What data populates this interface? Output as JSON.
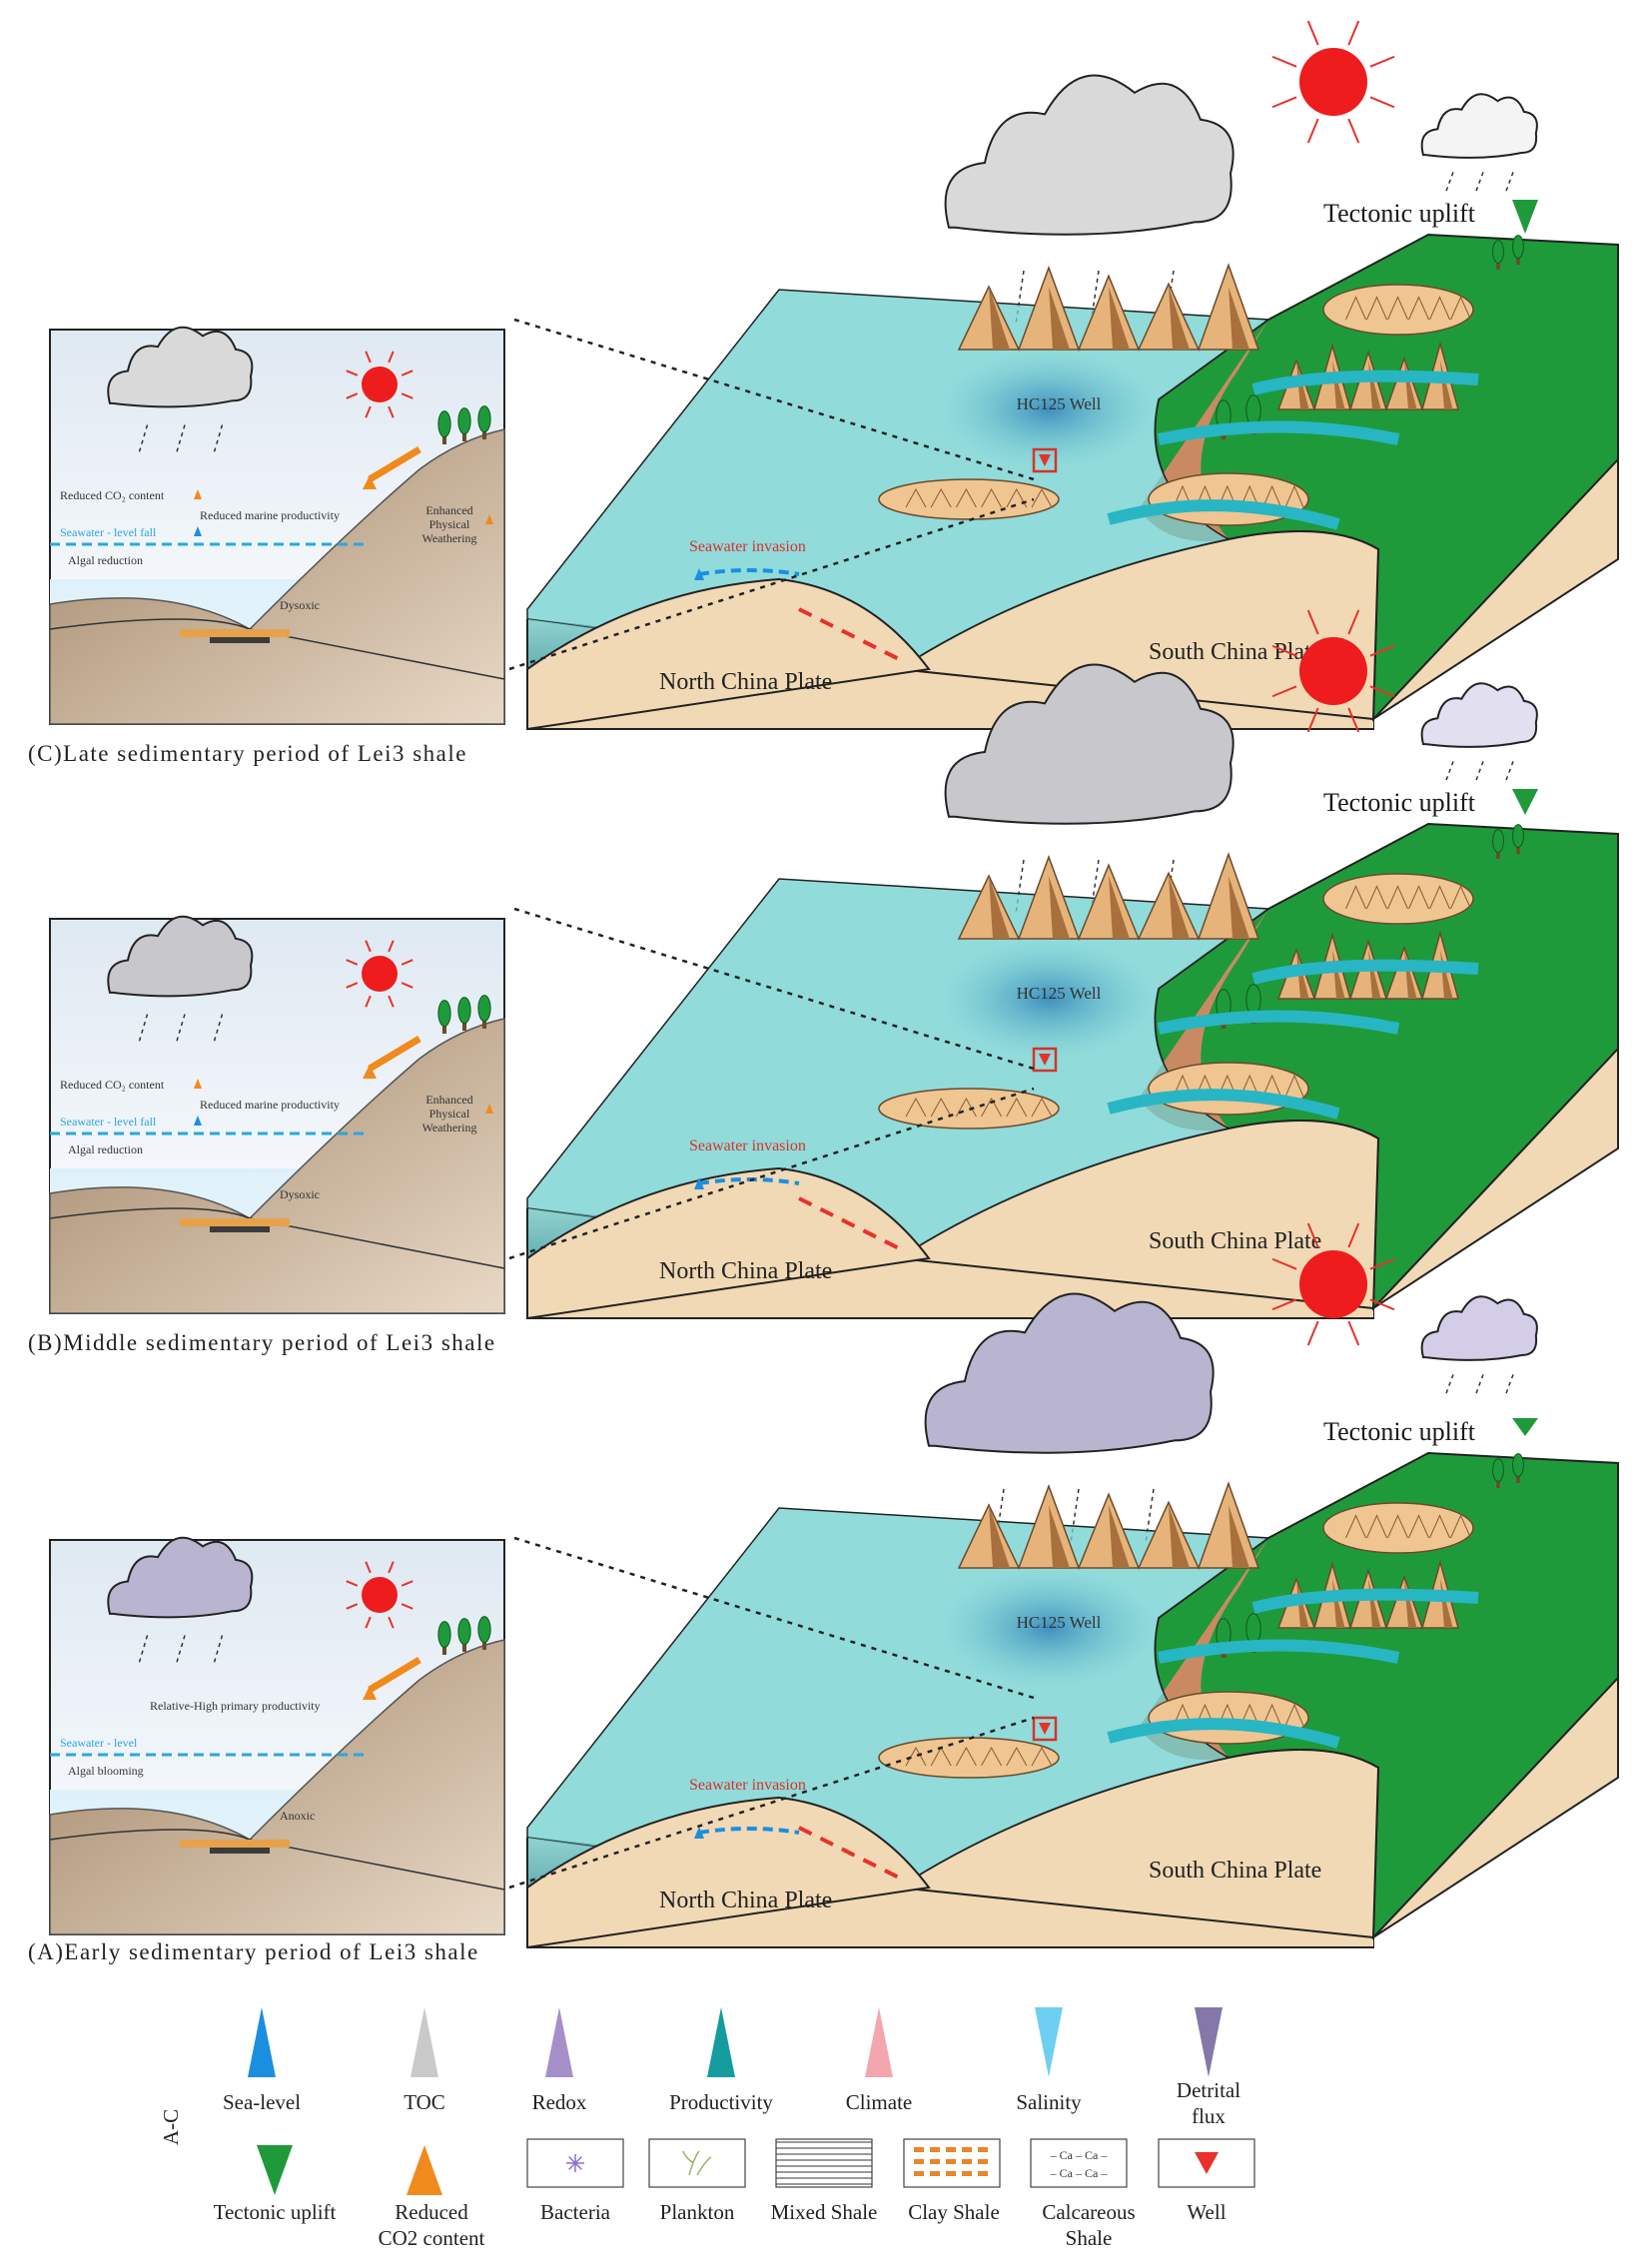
{
  "panels": [
    {
      "id": "C",
      "caption": "(C)Late sedimentary period of Lei3 shale",
      "tectonic_uplift": "Tectonic uplift",
      "well": "HC125 Well",
      "seawater_invasion": "Seawater invasion",
      "north_plate": "North China Plate",
      "south_plate": "South China Plate",
      "inset": {
        "co2": "Reduced CO₂ content",
        "productivity": "Reduced marine productivity",
        "sea_level": "Seawater - level fall",
        "algal": "Algal reduction",
        "redox": "Dysoxic",
        "weathering_1": "Enhanced",
        "weathering_2": "Physical",
        "weathering_3": "Weathering"
      }
    },
    {
      "id": "B",
      "caption": "(B)Middle sedimentary period of Lei3 shale",
      "tectonic_uplift": "Tectonic uplift",
      "well": "HC125 Well",
      "seawater_invasion": "Seawater invasion",
      "north_plate": "North China Plate",
      "south_plate": "South China Plate",
      "inset": {
        "co2": "Reduced CO₂ content",
        "productivity": "Reduced marine productivity",
        "sea_level": "Seawater - level fall",
        "algal": "Algal reduction",
        "redox": "Dysoxic",
        "weathering_1": "Enhanced",
        "weathering_2": "Physical",
        "weathering_3": "Weathering"
      }
    },
    {
      "id": "A",
      "caption": "(A)Early sedimentary period of Lei3 shale",
      "tectonic_uplift": "Tectonic uplift",
      "well": "HC125 Well",
      "seawater_invasion": "Seawater invasion",
      "north_plate": "North China Plate",
      "south_plate": "South China Plate",
      "inset": {
        "productivity": "Relative-High primary productivity",
        "sea_level": "Seawater - level",
        "algal": "Algal blooming",
        "redox": "Anoxic"
      }
    }
  ],
  "legend": {
    "side_label": "A-C",
    "items_top": [
      {
        "label": "Sea-level",
        "color": "#1a8fe0",
        "dir": "up"
      },
      {
        "label": "TOC",
        "color": "#c9c9c9",
        "dir": "up"
      },
      {
        "label": "Redox",
        "color": "#a58fc9",
        "dir": "up"
      },
      {
        "label": "Productivity",
        "color": "#149c9f",
        "dir": "up"
      },
      {
        "label": "Climate",
        "color": "#f4a6ae",
        "dir": "up"
      },
      {
        "label": "Salinity",
        "color": "#6fcff2",
        "dir": "down"
      },
      {
        "label": "Detrital",
        "label2": "flux",
        "color": "#8577a8",
        "dir": "down"
      }
    ],
    "items_bottom": [
      {
        "label": "Tectonic uplift",
        "color": "#1f9a3a"
      },
      {
        "label": "Reduced",
        "label2": "CO2 content",
        "color": "#f08a1c"
      },
      {
        "label": "Bacteria"
      },
      {
        "label": "Plankton"
      },
      {
        "label": "Mixed Shale"
      },
      {
        "label": "Clay Shale"
      },
      {
        "label": "Calcareous",
        "label2": "Shale",
        "box_text_1": "– Ca – Ca –",
        "box_text_2": "– Ca – Ca –"
      },
      {
        "label": "Well"
      }
    ]
  }
}
